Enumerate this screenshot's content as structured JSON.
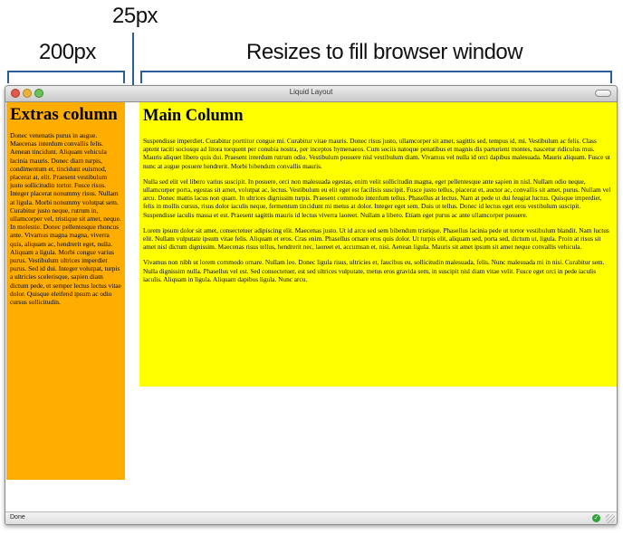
{
  "annotations": {
    "gutter_label": "25px",
    "sidebar_label": "200px",
    "main_label": "Resizes to fill browser window",
    "line_color": "#2a5d9a"
  },
  "window": {
    "title": "Liquid Layout",
    "status": "Done",
    "status_icon": "check-circle-icon"
  },
  "colors": {
    "sidebar_bg": "#ffae00",
    "main_bg": "#ffff00"
  },
  "sidebar": {
    "heading": "Extras column",
    "text": "Donec venenatis purus in augue. Maecenas interdum convallis felis. Aenean tincidunt. Aliquam vehicula lacinia mauris. Donec diam turpis, condimentum et, tincidunt euismod, placerat at, elit. Praesent vestibulum justo sollicitudin tortor. Fusce risus. Integer placerat nonummy risus. Nullam at ligula. Morbi nonummy volutpat sem. Curabitur justo neque, rutrum in, ullamcorper vel, tristique sit amet, neque. In molestie. Donec pellentesque rhoncus ante. Vivamus magna magna, viverra quis, aliquam ac, hendrerit eget, nulla. Aliquam a ligula. Morbi congue varius purus. Vestibulum ultrices imperdiet purus. Sed id dui. Integer volutpat, turpis a ultricies scelerisque, sapien diam dictum pede, et semper lectus lectus vitae dolor. Quisque eleifend ipsum ac odio cursus sollicitudin."
  },
  "main": {
    "heading": "Main Column",
    "paragraphs": [
      "Suspendisse imperdiet. Curabitur porttitor congue mi. Curabitur vitae mauris. Donec risus justo, ullamcorper sit amet, sagittis sed, tempus id, mi. Vestibulum ac felis. Class aptent taciti sociosqu ad litora torquent per conubia nostra, per inceptos hymenaeos. Cum sociis natoque penatibus et magnis dis parturient montes, nascetur ridiculus mus. Mauris aliquet libero quis dui. Praesent interdum rutrum odio. Vestibulum posuere nisl vestibulum diam. Vivamus vel nulla id orci dapibus malesuada. Mauris aliquam. Fusce ut nunc at augue posuere hendrerit. Morbi bibendum convallis mauris.",
      "Nulla sed elit vel libero varius suscipit. In posuere, orci non malesuada egestas, enim velit sollicitudin magna, eget pellentesque ante sapien in nisl. Nullam odio neque, ullamcorper porta, egestas sit amet, volutpat ac, lectus. Vestibulum eu elit eget est facilisis suscipit. Fusce justo tellus, placerat et, auctor ac, convallis sit amet, purus. Nullam vel arcu. Donec mattis lacus non quam. In ultrices dignissim turpis. Praesent commodo interdum tellus. Phasellus at lectus. Nam at pede ut dui feugiat luctus. Quisque imperdiet, felis in mollis cursus, risus dolor iaculis neque, fermentum tincidunt mi metus at dolor. Integer eget sem. Duis ut tellus. Donec id lectus eget eros vestibulum suscipit. Suspendisse iaculis massa et est. Praesent sagittis mauris id lectus viverra laoreet. Nullam a libero. Etiam eget purus ac ante ullamcorper posuere.",
      "Lorem ipsum dolor sit amet, consectetuer adipiscing elit. Maecenas justo. Ut id arcu sed sem bibendum tristique. Phasellus lacinia pede ut tortor vestibulum blandit. Nam luctus elit. Nullam vulputate ipsum vitae felis. Aliquam et eros. Cras enim. Phasellus ornare eros quis dolor. Ut turpis elit, aliquam sed, porta sed, dictum ut, ligula. Proin at risus sit amet nisl dictum dignissim. Maecenas risus tellus, hendrerit nec, laoreet et, accumsan et, nisi. Aenean ligula. Mauris sit amet ipsum sit amet neque convallis vehicula.",
      "Vivamus non nibh ut lorem commodo ornare. Nullam leo. Donec ligula risus, ultricies et, faucibus eu, sollicitudin malesuada, felis. Nunc malesuada mi in nisi. Curabitur sem. Nulla dignissim nulla. Phasellus vel est. Sed consectetuer, est sed ultrices vulputate, metus eros gravida sem, in suscipit nisl diam vitae velit. Fusce eget orci in pede iaculis iaculis. Aliquam in ligula. Aliquam dapibus ligula. Nunc arcu."
    ]
  }
}
